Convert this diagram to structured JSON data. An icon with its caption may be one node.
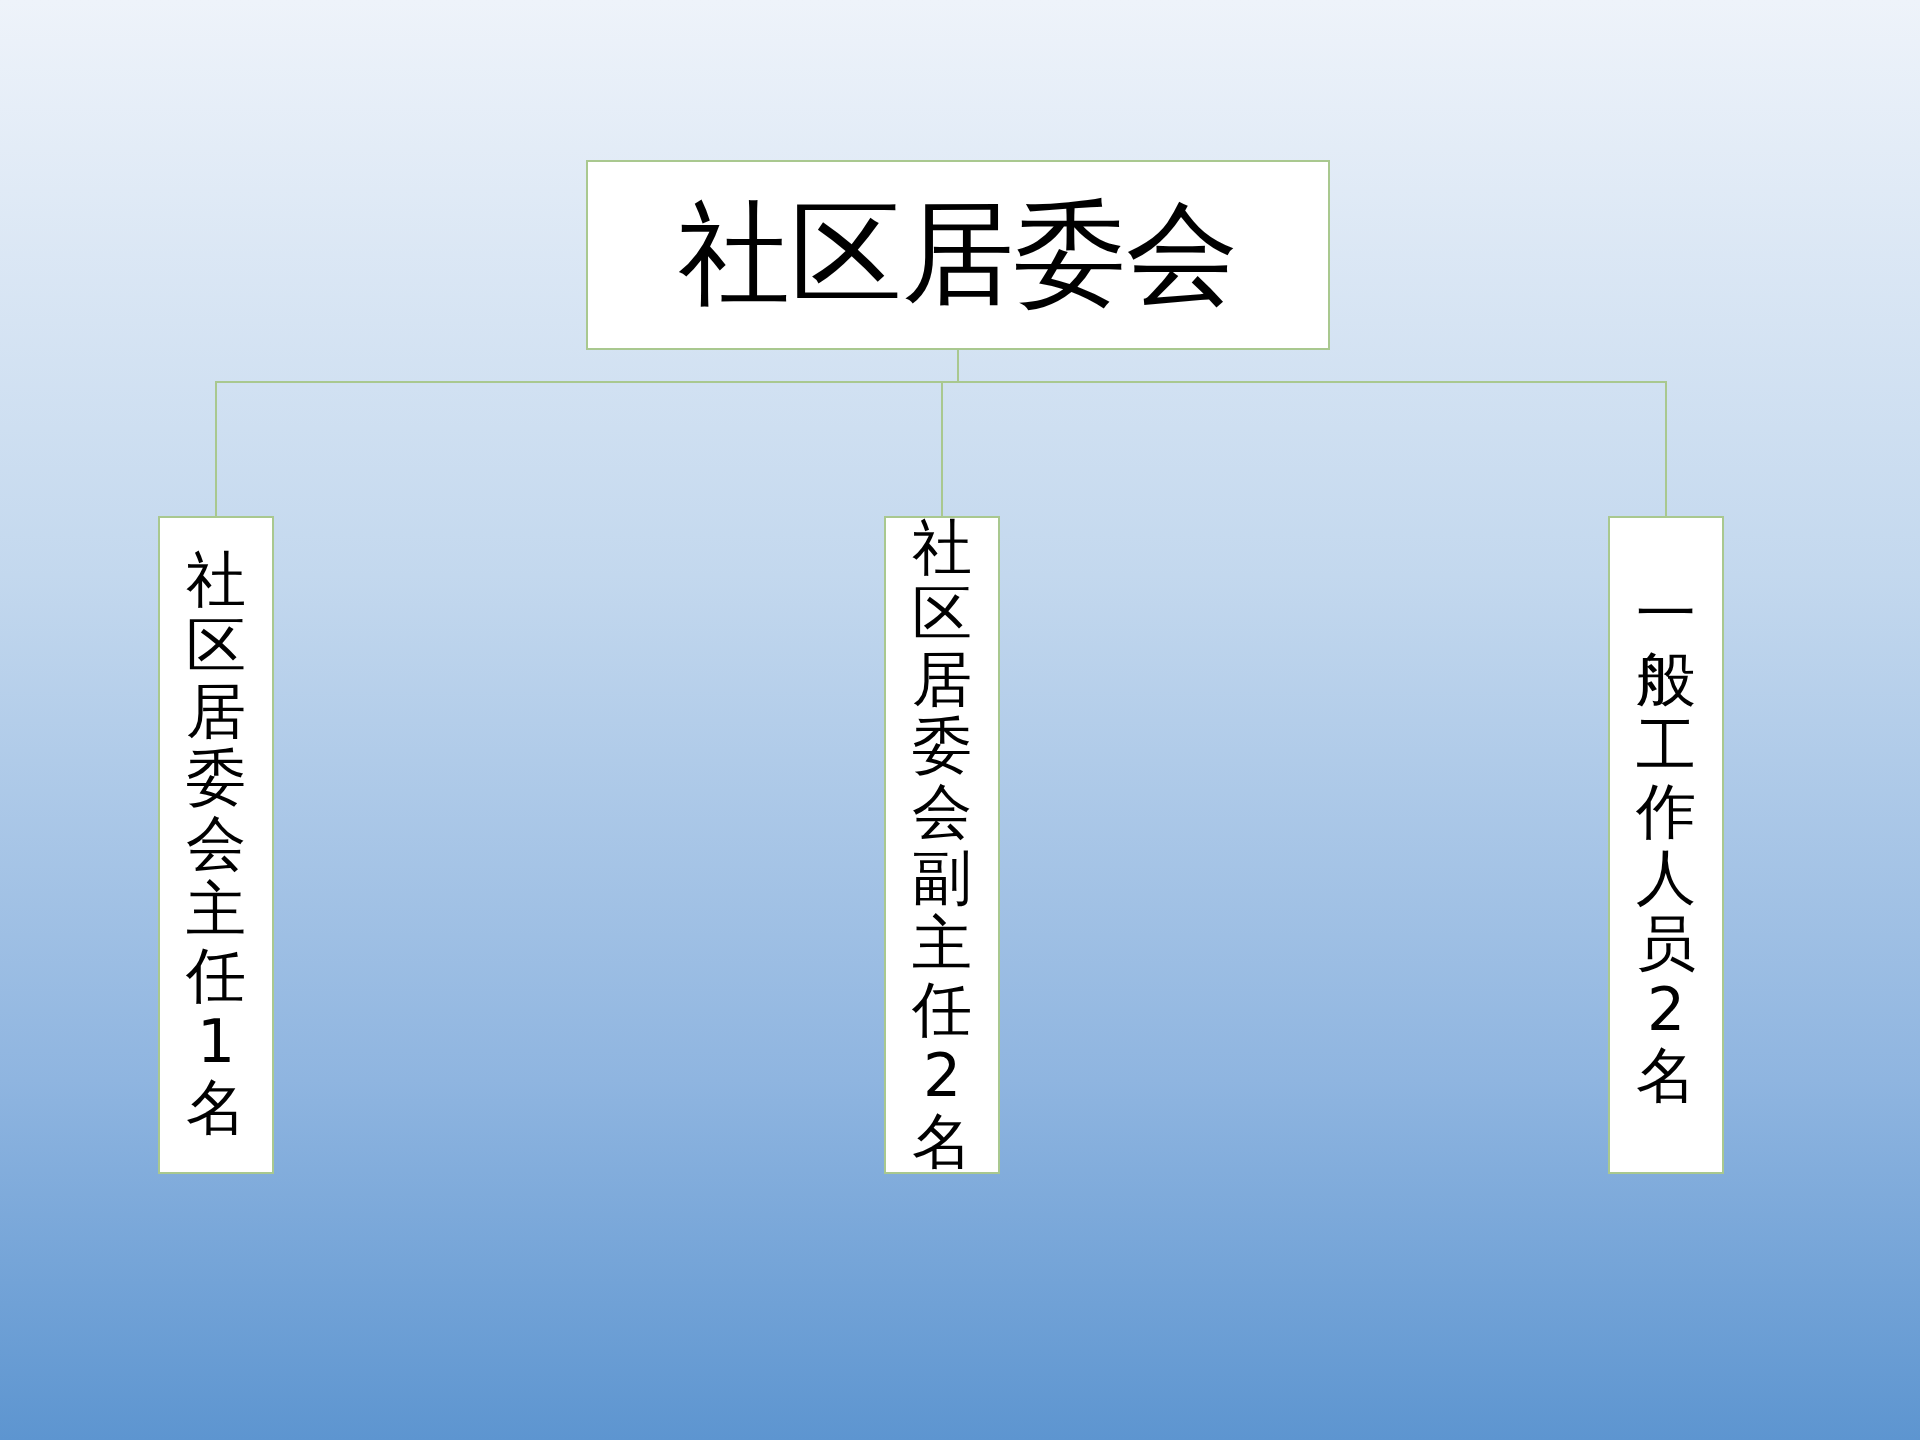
{
  "diagram": {
    "nodes": [
      {
        "text": [
          "社区居委会"
        ]
      },
      {
        "text": [
          "社区居委会主任1名"
        ]
      },
      {
        "text": [
          "社区居委会副主任2名"
        ]
      },
      {
        "text": [
          "一般工作人员2名"
        ]
      }
    ],
    "edges": [
      {
        "from": 0,
        "to": 1,
        "arrow": "none"
      },
      {
        "from": 0,
        "to": 2,
        "arrow": "none"
      },
      {
        "from": 0,
        "to": 3,
        "arrow": "none"
      }
    ]
  }
}
